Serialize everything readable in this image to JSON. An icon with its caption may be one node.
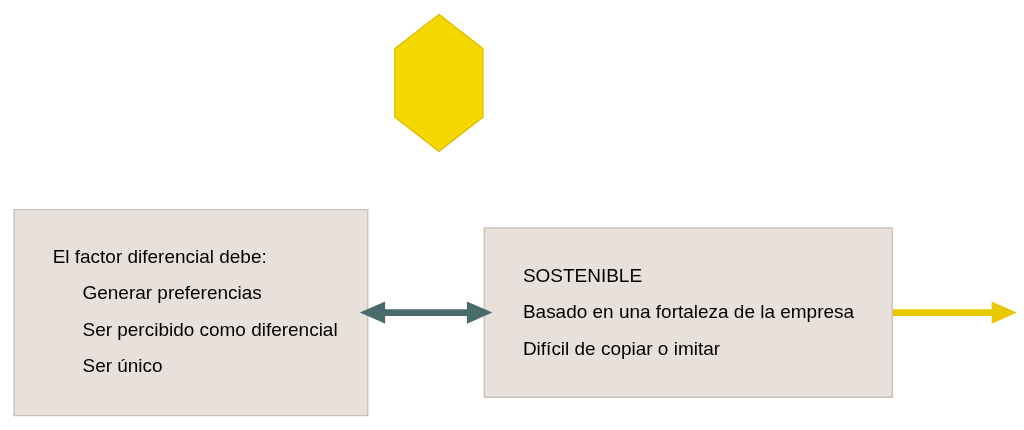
{
  "diagram": {
    "nodes": [
      {
        "text": [],
        "shape": "hexagon"
      },
      {
        "text": [
          "El factor diferencial debe:",
          "Generar preferencias",
          "Ser percibido como diferencial",
          "Ser único"
        ]
      },
      {
        "text": [
          "SOSTENIBLE",
          "Basado en una fortaleza de la empresa",
          "Difícil de copiar o imitar"
        ]
      }
    ],
    "edges": [
      {
        "from": 1,
        "to": 2,
        "arrow": "both",
        "color": "#4a6b6b"
      },
      {
        "from": 2,
        "to": null,
        "arrow": "to",
        "color": "#e8c800"
      }
    ]
  }
}
